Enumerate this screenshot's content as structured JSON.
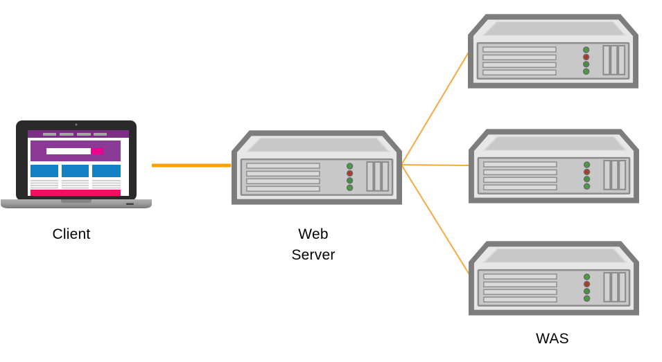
{
  "diagram": {
    "type": "network-architecture",
    "nodes": {
      "client": {
        "label": "Client",
        "icon": "laptop-icon"
      },
      "web_server": {
        "label_line1": "Web",
        "label_line2": "Server",
        "icon": "server-icon"
      },
      "was_group": {
        "label": "WAS",
        "server_count": 3,
        "icon": "server-icon"
      }
    },
    "edges": [
      {
        "from": "client",
        "to": "web_server",
        "style": "thick"
      },
      {
        "from": "web_server",
        "to": "was_1",
        "style": "thin"
      },
      {
        "from": "web_server",
        "to": "was_2",
        "style": "thin"
      },
      {
        "from": "web_server",
        "to": "was_3",
        "style": "thin"
      }
    ],
    "colors": {
      "edge_thick": "#FF9E00",
      "edge_thin": "#F9A83C",
      "server_frame": "#7D7D7D",
      "server_light": "#E7E7E7",
      "server_panel": "#C8C8C8",
      "led_green": "#44A03C",
      "led_red": "#AD3A2A",
      "laptop_nav_purple": "#7C2E87",
      "laptop_hero_purple": "#8B3A96",
      "laptop_card_blue": "#1581C5",
      "laptop_button_pink": "#EC008C",
      "laptop_footer_pink": "#EC1262",
      "label_text": "#000000"
    }
  }
}
